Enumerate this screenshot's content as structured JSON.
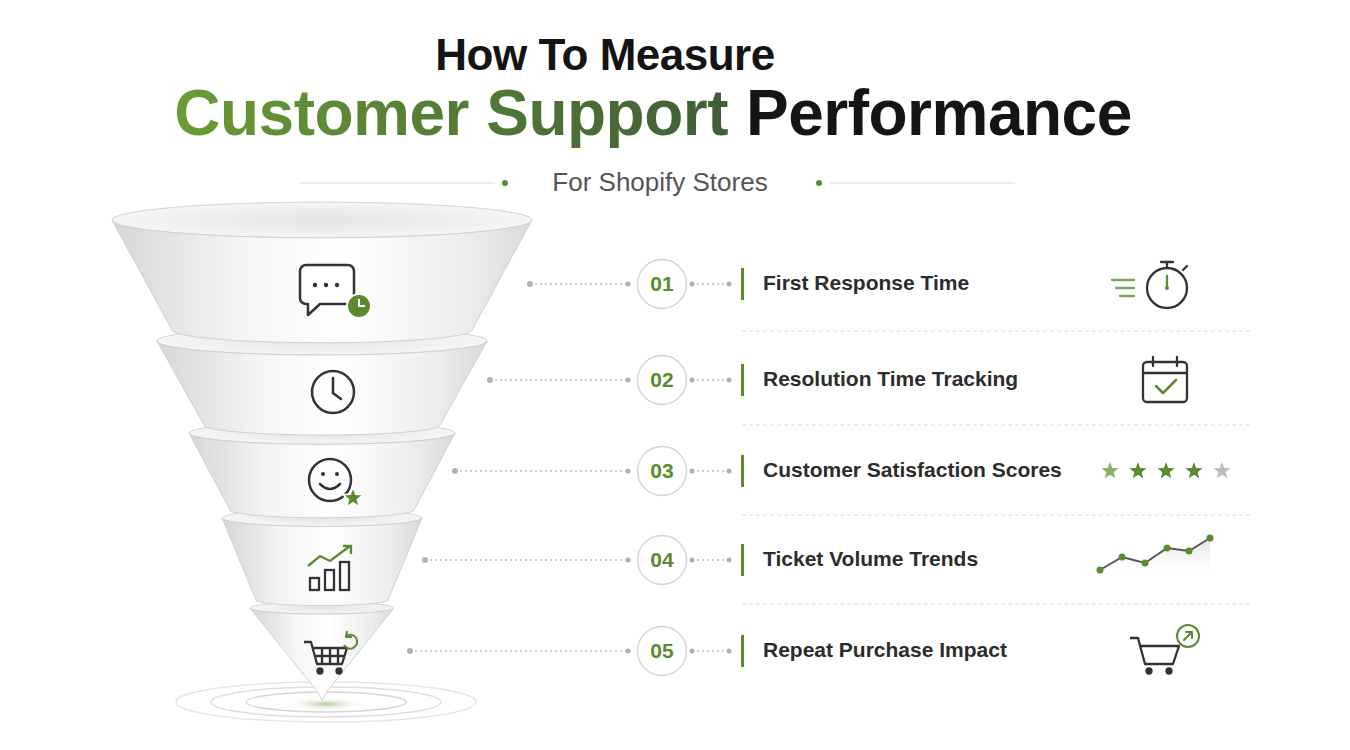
{
  "diagram": {
    "title": "How To Measure",
    "caption": "For Shopify Stores",
    "nodes": [
      {
        "text": [
          "01",
          "First Response Time"
        ]
      },
      {
        "text": [
          "02",
          "Resolution Time Tracking"
        ]
      },
      {
        "text": [
          "03",
          "Customer Satisfaction Scores"
        ]
      },
      {
        "text": [
          "04",
          "Ticket Volume Trends"
        ]
      },
      {
        "text": [
          "05",
          "Repeat Purchase Impact"
        ]
      }
    ],
    "labels": [
      "Customer Support",
      "Performance"
    ]
  }
}
